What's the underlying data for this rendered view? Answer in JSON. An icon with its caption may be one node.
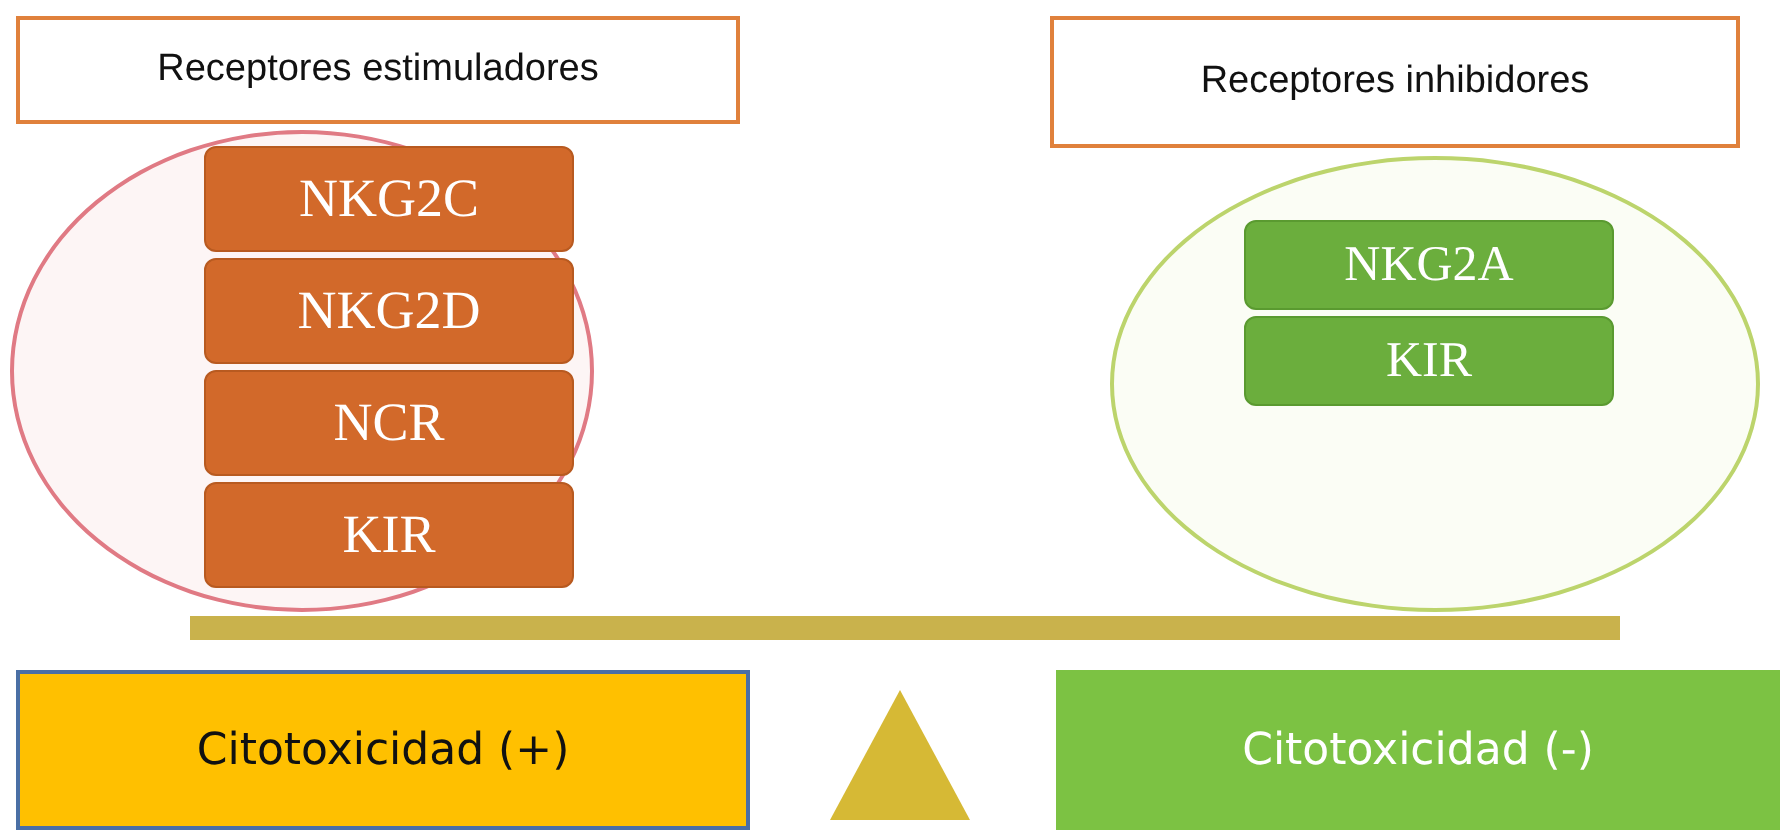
{
  "diagram": {
    "nodes": [
      {
        "text": [
          "Receptores estimuladores"
        ]
      },
      {
        "text": [],
        "shape": "circle"
      },
      {
        "text": [
          "NKG2C"
        ],
        "in": 1
      },
      {
        "text": [
          "NKG2D"
        ],
        "in": 1
      },
      {
        "text": [
          "NCR"
        ],
        "in": 1
      },
      {
        "text": [
          "KIR"
        ],
        "in": 1
      },
      {
        "text": [
          "Receptores inhibidores"
        ]
      },
      {
        "text": [],
        "shape": "circle"
      },
      {
        "text": [
          "NKG2A"
        ],
        "in": 7
      },
      {
        "text": [
          "KIR"
        ],
        "in": 7
      },
      {
        "text": [
          "Citotoxicidad (+)"
        ]
      },
      {
        "text": [
          "Citotoxicidad (-)"
        ]
      }
    ],
    "edges": []
  }
}
